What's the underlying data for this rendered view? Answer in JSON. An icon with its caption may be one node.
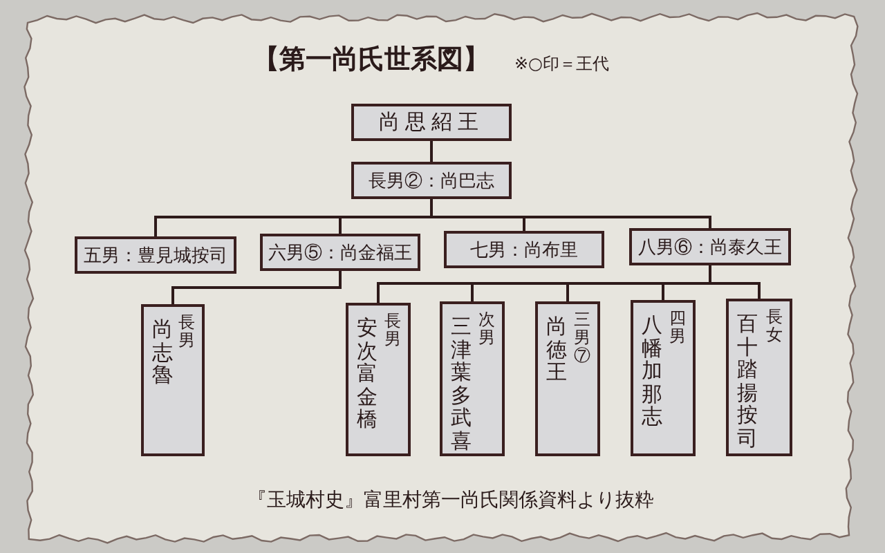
{
  "diagram": {
    "title": "【第一尚氏世系図】",
    "caption": "『玉城村史』富里村第一尚氏関係資料より抜粋",
    "nodes": [
      {
        "text": [
          "尚思紹王"
        ]
      },
      {
        "text": [
          "長男②：尚巴志"
        ]
      },
      {
        "text": [
          "五男：豊見城按司"
        ]
      },
      {
        "text": [
          "六男⑤：尚金福王"
        ]
      },
      {
        "text": [
          "七男：尚布里"
        ]
      },
      {
        "text": [
          "八男⑥：尚泰久王"
        ]
      },
      {
        "text": [
          "尚志魯",
          "長男"
        ]
      },
      {
        "text": [
          "安次富金橋",
          "長男"
        ]
      },
      {
        "text": [
          "三津葉多武喜",
          "次男"
        ]
      },
      {
        "text": [
          "尚徳王",
          "三男⑦"
        ]
      },
      {
        "text": [
          "八幡加那志",
          "四男"
        ]
      },
      {
        "text": [
          "百十踏揚按司",
          "長女"
        ]
      }
    ],
    "edges": [
      {
        "from": 0,
        "to": 1,
        "arrow": "none"
      },
      {
        "from": 1,
        "to": 2,
        "arrow": "none"
      },
      {
        "from": 1,
        "to": 3,
        "arrow": "none"
      },
      {
        "from": 1,
        "to": 4,
        "arrow": "none"
      },
      {
        "from": 1,
        "to": 5,
        "arrow": "none"
      },
      {
        "from": 3,
        "to": 6,
        "arrow": "none"
      },
      {
        "from": 5,
        "to": 7,
        "arrow": "none"
      },
      {
        "from": 5,
        "to": 8,
        "arrow": "none"
      },
      {
        "from": 5,
        "to": 9,
        "arrow": "none"
      },
      {
        "from": 5,
        "to": 10,
        "arrow": "none"
      },
      {
        "from": 5,
        "to": 11,
        "arrow": "none"
      }
    ],
    "labels": [
      "※○印＝王代"
    ]
  }
}
